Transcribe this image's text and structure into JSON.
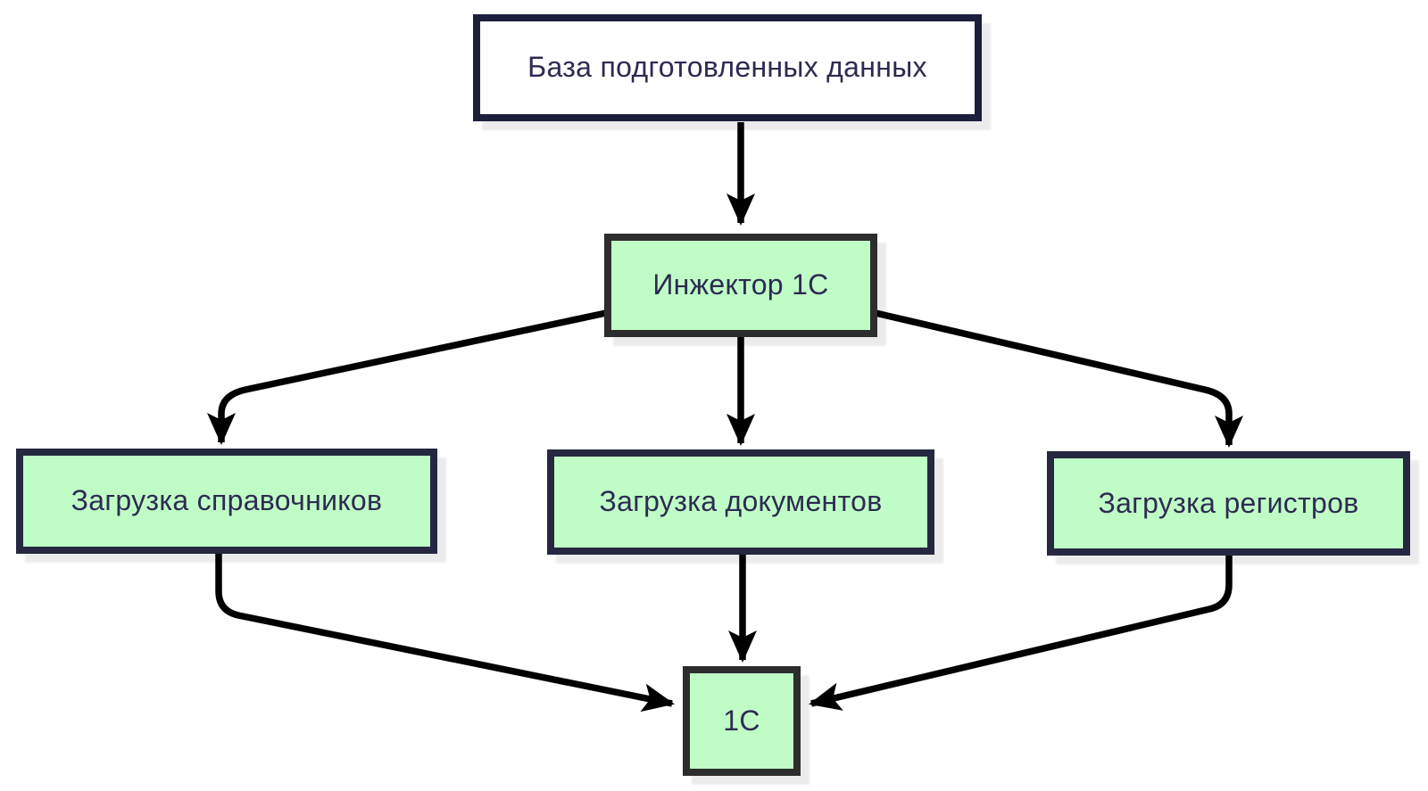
{
  "diagram": {
    "nodes": [
      {
        "id": "source-db",
        "label": "База подготовленных данных",
        "fill": "#ffffff",
        "border": "#1c1f3c",
        "text_color": "#2d2b52"
      },
      {
        "id": "injector-1c",
        "label": "Инжектор 1С",
        "fill": "#c0fdc6",
        "border": "#2d2d2d",
        "text_color": "#2d2b52"
      },
      {
        "id": "load-catalogs",
        "label": "Загрузка справочников",
        "fill": "#c0fdc6",
        "border": "#252840",
        "text_color": "#2d2b52"
      },
      {
        "id": "load-documents",
        "label": "Загрузка документов",
        "fill": "#c0fdc6",
        "border": "#252840",
        "text_color": "#2d2b52"
      },
      {
        "id": "load-registers",
        "label": "Загрузка регистров",
        "fill": "#c0fdc6",
        "border": "#252840",
        "text_color": "#2d2b52"
      },
      {
        "id": "target-1c",
        "label": "1С",
        "fill": "#c0fdc6",
        "border": "#2d2d2d",
        "text_color": "#2d2b52"
      }
    ],
    "edges": [
      {
        "from": "source-db",
        "to": "injector-1c"
      },
      {
        "from": "injector-1c",
        "to": "load-catalogs"
      },
      {
        "from": "injector-1c",
        "to": "load-documents"
      },
      {
        "from": "injector-1c",
        "to": "load-registers"
      },
      {
        "from": "load-catalogs",
        "to": "target-1c"
      },
      {
        "from": "load-documents",
        "to": "target-1c"
      },
      {
        "from": "load-registers",
        "to": "target-1c"
      }
    ],
    "edge_color": "#000000",
    "shadow_color": "#ececec",
    "background": "#ffffff"
  }
}
